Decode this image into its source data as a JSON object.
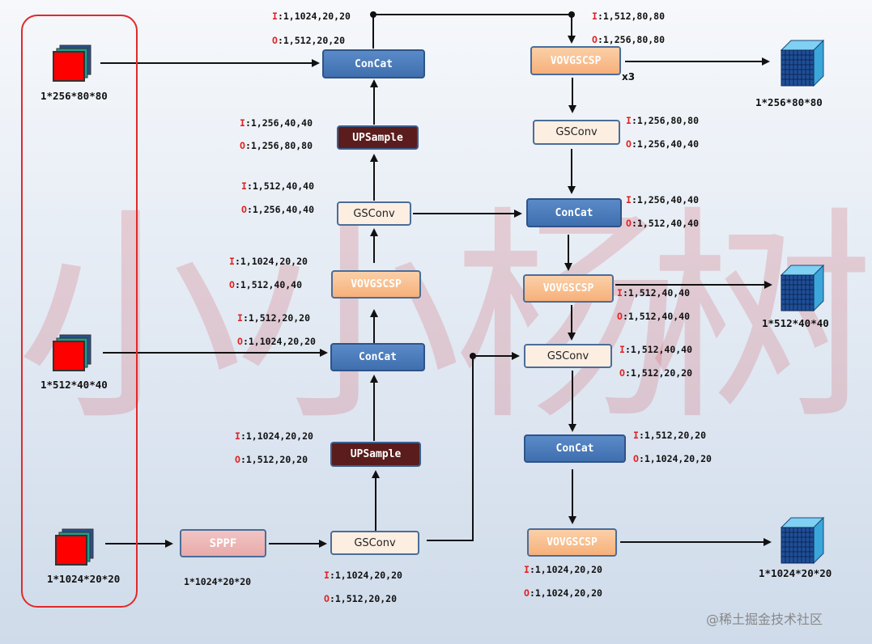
{
  "watermark": [
    "小",
    "小",
    "杨",
    "树"
  ],
  "credit": "@稀土掘金技术社区",
  "inputs": [
    {
      "dim": "1*256*80*80"
    },
    {
      "dim": "1*512*40*40"
    },
    {
      "dim": "1*1024*20*20"
    }
  ],
  "outputs": [
    {
      "dim": "1*256*80*80"
    },
    {
      "dim": "1*512*40*40"
    },
    {
      "dim": "1*1024*20*20"
    }
  ],
  "sppf_dim": "1*1024*20*20",
  "repeat_label": "x3",
  "nodes": {
    "concat_top": "ConCat",
    "upsample_top": "UPSample",
    "gsconv_mid": "GSConv",
    "vovgscsp_left": "VOVGSCSP",
    "concat_mid": "ConCat",
    "upsample_bot": "UPSample",
    "sppf": "SPPF",
    "gsconv_bot": "GSConv",
    "vovgscsp_top_right": "VOVGSCSP",
    "gsconv_right_top": "GSConv",
    "concat_right_1": "ConCat",
    "vovgscsp_right_mid": "VOVGSCSP",
    "gsconv_right_mid": "GSConv",
    "concat_right_2": "ConCat",
    "vovgscsp_right_bot": "VOVGSCSP"
  },
  "io_labels": [
    {
      "i": "1,1024,20,20",
      "o": "1,512,20,20"
    },
    {
      "i": "1,256,40,40",
      "o": "1,256,80,80"
    },
    {
      "i": "1,512,40,40",
      "o": "1,256,40,40"
    },
    {
      "i": "1,1024,20,20",
      "o": "1,512,40,40"
    },
    {
      "i": "1,512,20,20",
      "o": "1,1024,20,20"
    },
    {
      "i": "1,1024,20,20",
      "o": "1,512,20,20"
    },
    {
      "i": "1,1024,20,20",
      "o": "1,512,20,20"
    },
    {
      "i": "1,512,80,80",
      "o": "1,256,80,80"
    },
    {
      "i": "1,256,80,80",
      "o": "1,256,40,40"
    },
    {
      "i": "1,256,40,40",
      "o": "1,512,40,40"
    },
    {
      "i": "1,512,40,40",
      "o": "1,512,40,40"
    },
    {
      "i": "1,512,40,40",
      "o": "1,512,20,20"
    },
    {
      "i": "1,512,20,20",
      "o": "1,1024,20,20"
    },
    {
      "i": "1,1024,20,20",
      "o": "1,1024,20,20"
    }
  ],
  "io_prefix": {
    "i": "I",
    "o": "O"
  },
  "colors": {
    "accent_red": "#e02020",
    "node_blue": "#4a7cbf",
    "node_peach": "#f8be8c",
    "node_dark": "#5a1c1c",
    "frame": "#e02a2a"
  }
}
